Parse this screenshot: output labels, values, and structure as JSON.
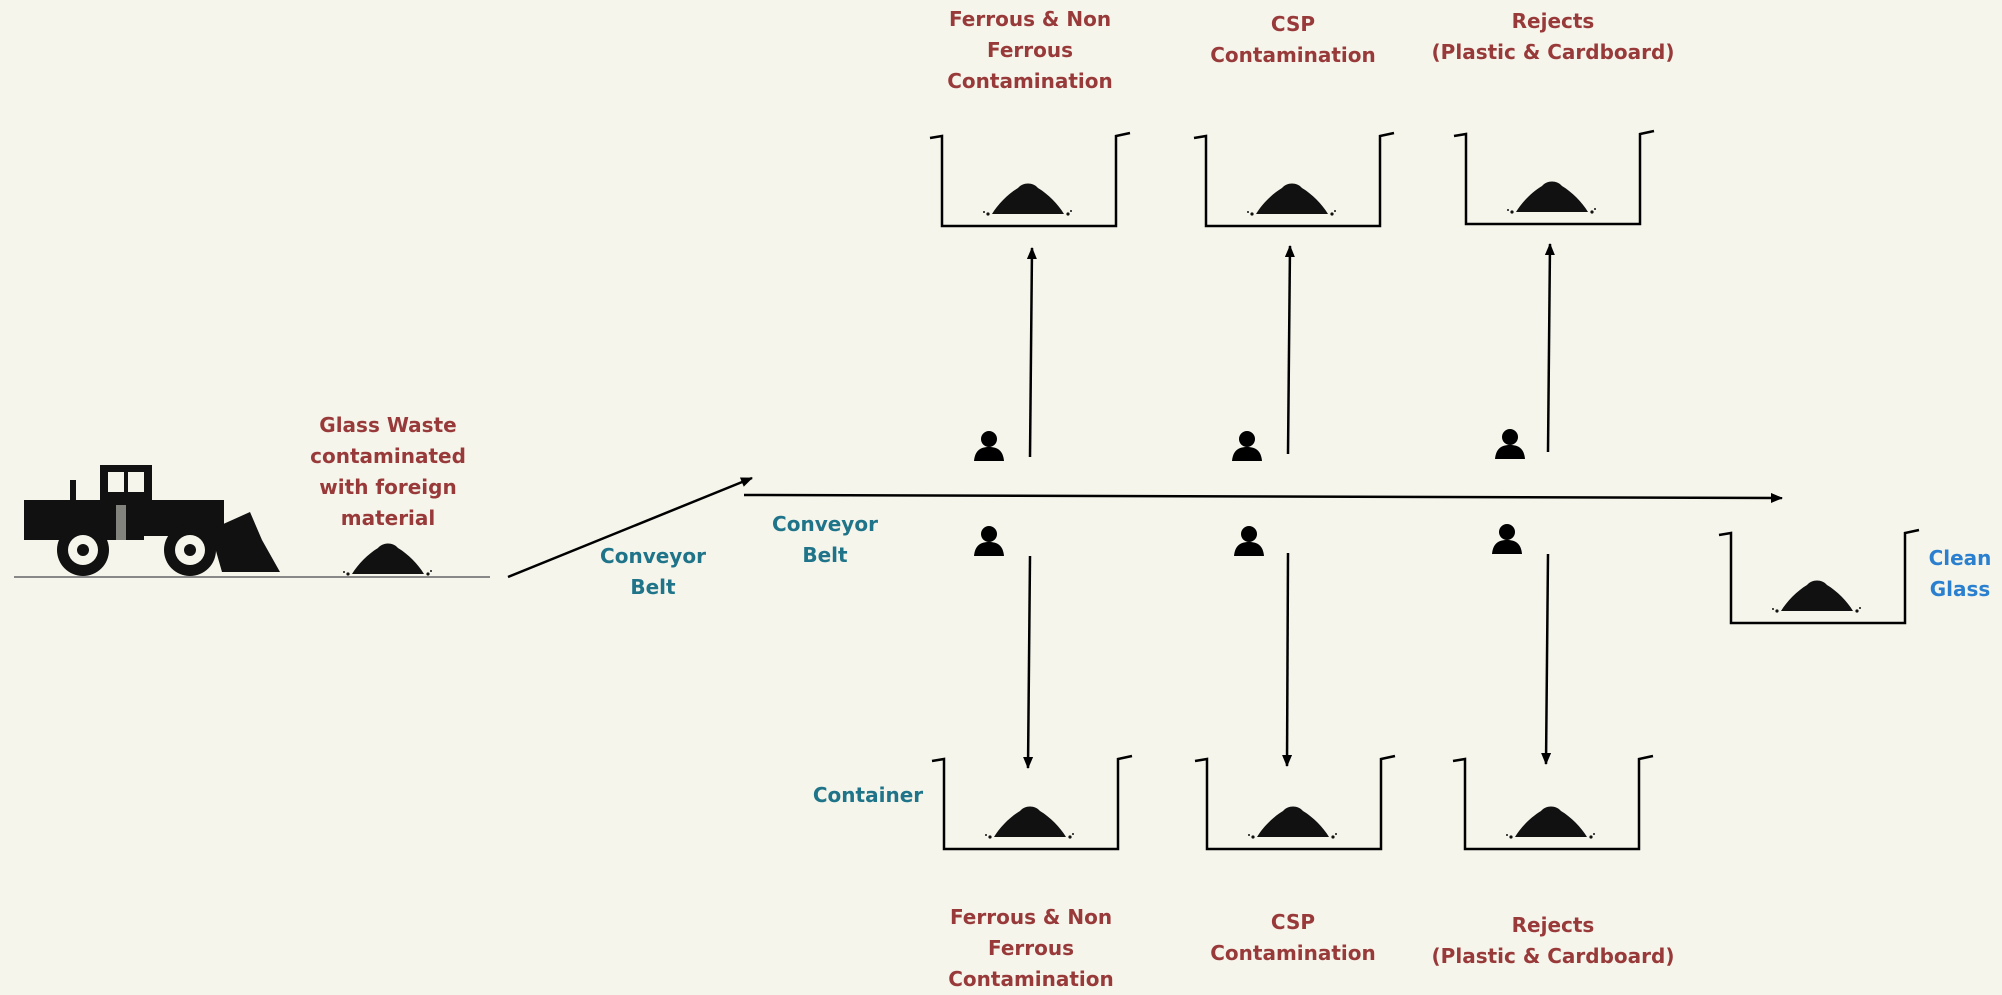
{
  "colors": {
    "background": "#f5f5eb",
    "contamination_label": "#993a3a",
    "equipment_label": "#1f7489",
    "product_label": "#2a7fcf",
    "lines": "#000000"
  },
  "icons": {
    "loader": "wheel-loader-icon",
    "pile": "material-pile-icon",
    "worker": "person-icon"
  },
  "source": {
    "lines": [
      "Glass Waste",
      "contaminated",
      "with foreign",
      "material"
    ]
  },
  "conveyors": {
    "incline": {
      "lines": [
        "Conveyor",
        "Belt"
      ]
    },
    "main": {
      "lines": [
        "Conveyor",
        "Belt"
      ]
    }
  },
  "container_label": "Container",
  "top_bins": [
    {
      "lines": [
        "Ferrous & Non",
        "Ferrous",
        "Contamination"
      ]
    },
    {
      "lines": [
        "CSP",
        "Contamination"
      ]
    },
    {
      "lines": [
        "Rejects",
        "(Plastic & Cardboard)"
      ]
    }
  ],
  "bottom_bins": [
    {
      "lines": [
        "Ferrous & Non",
        "Ferrous",
        "Contamination"
      ]
    },
    {
      "lines": [
        "CSP",
        "Contamination"
      ]
    },
    {
      "lines": [
        "Rejects",
        "(Plastic & Cardboard)"
      ]
    }
  ],
  "output": {
    "lines": [
      "Clean",
      "Glass"
    ]
  }
}
